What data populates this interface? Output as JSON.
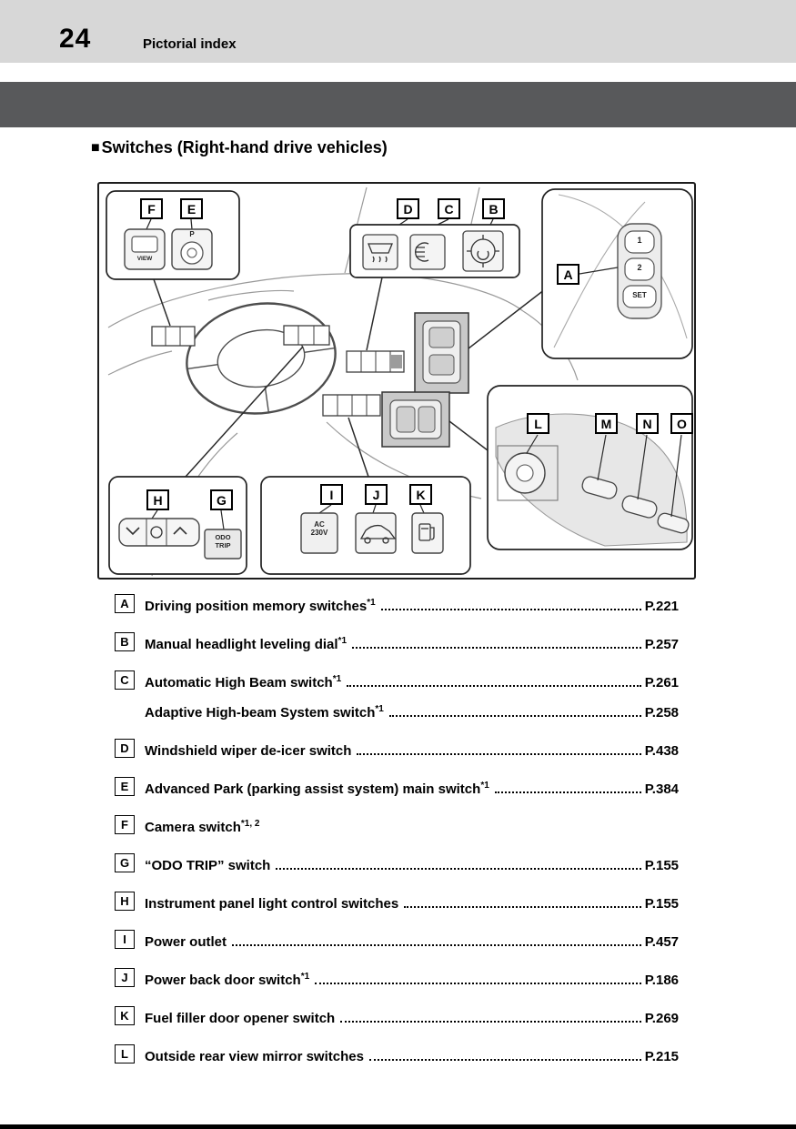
{
  "header": {
    "page_number": "24",
    "title": "Pictorial index"
  },
  "section": {
    "marker": "■",
    "title": "Switches (Right-hand drive vehicles)"
  },
  "diagram": {
    "callouts": {
      "A": "A",
      "B": "B",
      "C": "C",
      "D": "D",
      "E": "E",
      "F": "F",
      "G": "G",
      "H": "H",
      "I": "I",
      "J": "J",
      "K": "K",
      "L": "L",
      "M": "M",
      "N": "N",
      "O": "O"
    },
    "labels": {
      "view": "VIEW",
      "p": "P",
      "ac_outlet": "AC\n230V",
      "odo_trip": "ODO\nTRIP",
      "seat_1": "1",
      "seat_2": "2",
      "set": "SET"
    }
  },
  "index": [
    {
      "letter": "A",
      "text": "Driving position memory switches",
      "sup": "*1",
      "page": "P.221"
    },
    {
      "letter": "B",
      "text": "Manual headlight leveling dial",
      "sup": "*1",
      "page": "P.257"
    },
    {
      "letter": "C",
      "text": "Automatic High Beam switch",
      "sup": "*1",
      "page": "P.261"
    },
    {
      "letter": "",
      "text": "Adaptive High-beam System switch",
      "sup": "*1",
      "page": "P.258"
    },
    {
      "letter": "D",
      "text": "Windshield wiper de-icer switch",
      "sup": "",
      "page": "P.438"
    },
    {
      "letter": "E",
      "text": "Advanced Park (parking assist system) main switch",
      "sup": "*1",
      "page": "P.384"
    },
    {
      "letter": "F",
      "text": "Camera switch",
      "sup": "*1, 2",
      "page": ""
    },
    {
      "letter": "G",
      "text": "“ODO TRIP” switch",
      "sup": "",
      "page": "P.155"
    },
    {
      "letter": "H",
      "text": "Instrument panel light control switches",
      "sup": "",
      "page": "P.155"
    },
    {
      "letter": "I",
      "text": "Power outlet",
      "sup": "",
      "page": "P.457"
    },
    {
      "letter": "J",
      "text": "Power back door switch",
      "sup": "*1",
      "page": "P.186"
    },
    {
      "letter": "K",
      "text": "Fuel filler door opener switch",
      "sup": "",
      "page": "P.269"
    },
    {
      "letter": "L",
      "text": "Outside rear view mirror switches",
      "sup": "",
      "page": "P.215"
    }
  ]
}
